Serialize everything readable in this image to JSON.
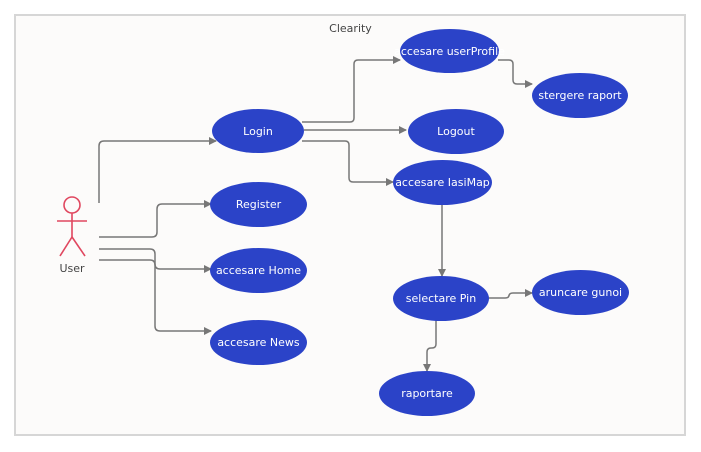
{
  "diagram": {
    "title": "Clearity",
    "actor": {
      "name": "User"
    },
    "use_cases": {
      "login": "Login",
      "register": "Register",
      "home": "accesare Home",
      "news": "accesare News",
      "user_profile": "accesare userProfile",
      "stergere_raport": "stergere raport",
      "logout": "Logout",
      "iasimap": "accesare IasiMap",
      "selectare_pin": "selectare Pin",
      "aruncare_gunoi": "aruncare gunoi",
      "raportare": "raportare"
    },
    "colors": {
      "use_case_fill": "#2b43c8",
      "connector": "#777777",
      "actor_stroke": "#e0475f",
      "frame_border": "#d6d6d6"
    }
  }
}
